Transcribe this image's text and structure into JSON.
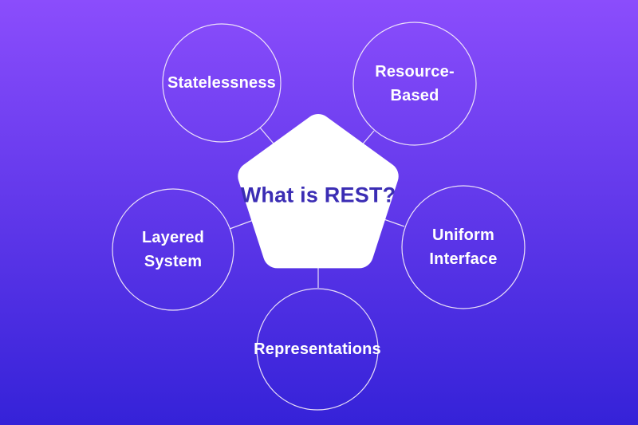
{
  "diagram": {
    "type": "concept-map",
    "center": {
      "label": "What is REST?"
    },
    "nodes": [
      {
        "id": "statelessness",
        "label": "Statelessness"
      },
      {
        "id": "resource-based",
        "label": "Resource-\nBased"
      },
      {
        "id": "layered-system",
        "label": "Layered\nSystem"
      },
      {
        "id": "uniform-interface",
        "label": "Uniform\nInterface"
      },
      {
        "id": "representations",
        "label": "Representations"
      }
    ]
  },
  "colors": {
    "bg_top": "#8b4dfc",
    "bg_bottom": "#3522d8",
    "pentagon_fill": "#ffffff",
    "title_color": "#3b2db4",
    "circle_border": "#f2eaf9",
    "connector": "#f2eaf9",
    "label_color": "#ffffff"
  }
}
